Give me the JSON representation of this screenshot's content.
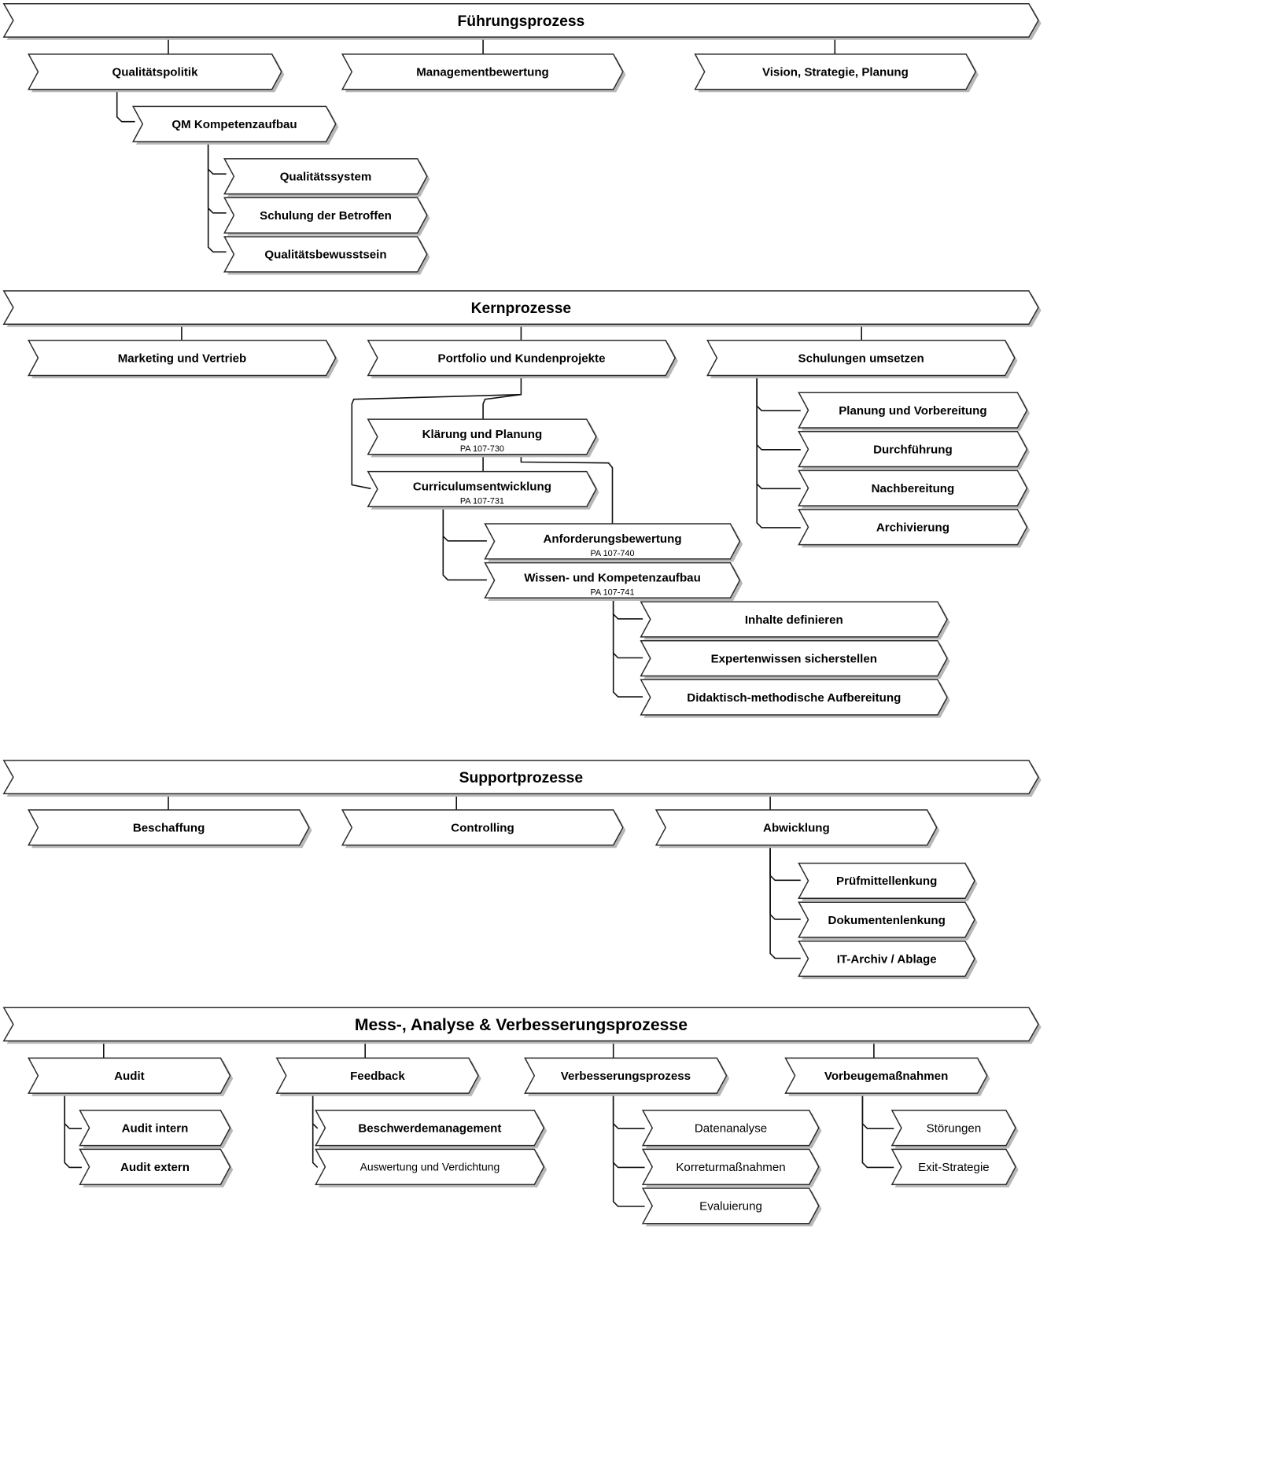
{
  "sections": {
    "fuehrung": {
      "title": "Führungsprozess",
      "nodes": {
        "qualitaetspolitik": {
          "label": "Qualitätspolitik"
        },
        "managementbewertung": {
          "label": "Managementbewertung"
        },
        "vision": {
          "label": "Vision, Strategie, Planung"
        },
        "qm_kompetenz": {
          "label": "QM Kompetenzaufbau"
        },
        "qualitaetssystem": {
          "label": "Qualitätssystem"
        },
        "schulung_betroffen": {
          "label": "Schulung der Betroffen"
        },
        "qualitaetsbewusstsein": {
          "label": "Qualitätsbewusstsein"
        }
      }
    },
    "kern": {
      "title": "Kernprozesse",
      "nodes": {
        "marketing": {
          "label": "Marketing und Vertrieb"
        },
        "portfolio": {
          "label": "Portfolio und Kundenprojekte"
        },
        "schulungen": {
          "label": "Schulungen umsetzen"
        },
        "klaerung": {
          "label": "Klärung und Planung",
          "sub": "PA 107-730"
        },
        "curriculum": {
          "label": "Curriculumsentwicklung",
          "sub": "PA 107-731"
        },
        "anforderung": {
          "label": "Anforderungsbewertung",
          "sub": "PA 107-740"
        },
        "wissen": {
          "label": "Wissen- und Kompetenzaufbau",
          "sub": "PA 107-741"
        },
        "inhalte": {
          "label": "Inhalte definieren"
        },
        "expertenwissen": {
          "label": "Expertenwissen sicherstellen"
        },
        "didaktisch": {
          "label": "Didaktisch-methodische Aufbereitung"
        },
        "planung_vorb": {
          "label": "Planung und Vorbereitung"
        },
        "durchfuehrung": {
          "label": "Durchführung"
        },
        "nachbereitung": {
          "label": "Nachbereitung"
        },
        "archivierung": {
          "label": "Archivierung"
        }
      }
    },
    "support": {
      "title": "Supportprozesse",
      "nodes": {
        "beschaffung": {
          "label": "Beschaffung"
        },
        "controlling": {
          "label": "Controlling"
        },
        "abwicklung": {
          "label": "Abwicklung"
        },
        "pruefmittel": {
          "label": "Prüfmittellenkung"
        },
        "dokumente": {
          "label": "Dokumentenlenkung"
        },
        "itarchiv": {
          "label": "IT-Archiv / Ablage"
        }
      }
    },
    "mess": {
      "title": "Mess-, Analyse & Verbesserungsprozesse",
      "nodes": {
        "audit": {
          "label": "Audit"
        },
        "feedback": {
          "label": "Feedback"
        },
        "verbesserung": {
          "label": "Verbesserungsprozess"
        },
        "vorbeuge": {
          "label": "Vorbeugemaßnahmen"
        },
        "audit_intern": {
          "label": "Audit intern"
        },
        "audit_extern": {
          "label": "Audit extern"
        },
        "beschwerde": {
          "label": "Beschwerdemanagement"
        },
        "auswertung": {
          "label": "Auswertung und Verdichtung"
        },
        "datenanalyse": {
          "label": "Datenanalyse"
        },
        "korrektur": {
          "label": "Korreturmaßnahmen"
        },
        "evaluierung": {
          "label": "Evaluierung"
        },
        "stoerungen": {
          "label": "Störungen"
        },
        "exit": {
          "label": "Exit-Strategie"
        }
      }
    }
  }
}
